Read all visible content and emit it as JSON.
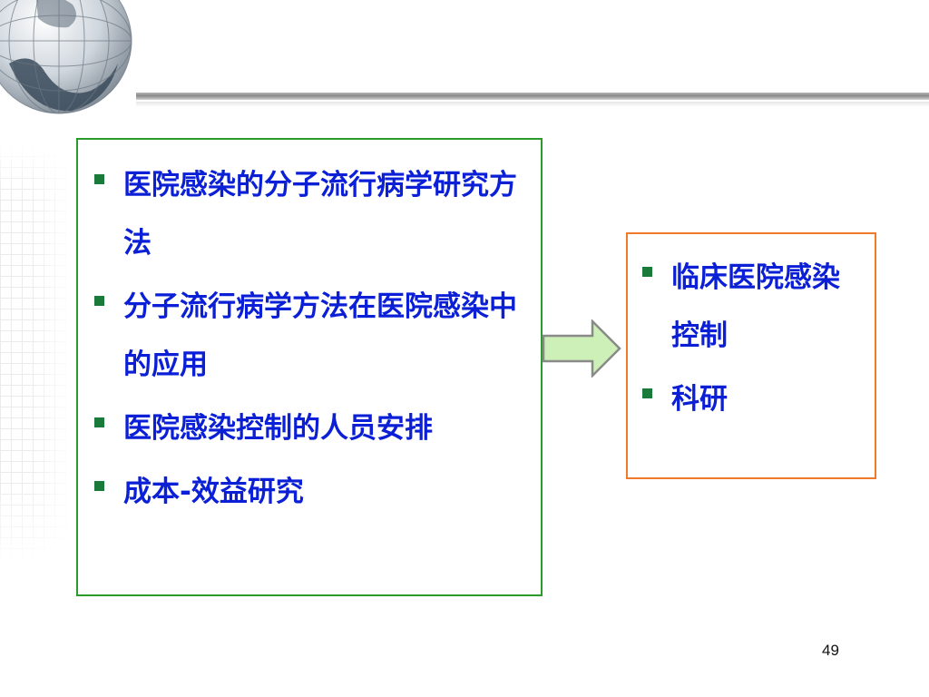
{
  "left_box": {
    "items": [
      "医院感染的分子流行病学研究方法",
      "分子流行病学方法在医院感染中的应用",
      "医院感染控制的人员安排",
      "成本-效益研究"
    ]
  },
  "right_box": {
    "items": [
      "临床医院感染控制",
      "科研"
    ]
  },
  "page_number": "49",
  "colors": {
    "bullet_text": "#0a1fd6",
    "left_border": "#2a9a2a",
    "right_border": "#f07a2a",
    "arrow_fill": "#ccf0b8"
  }
}
